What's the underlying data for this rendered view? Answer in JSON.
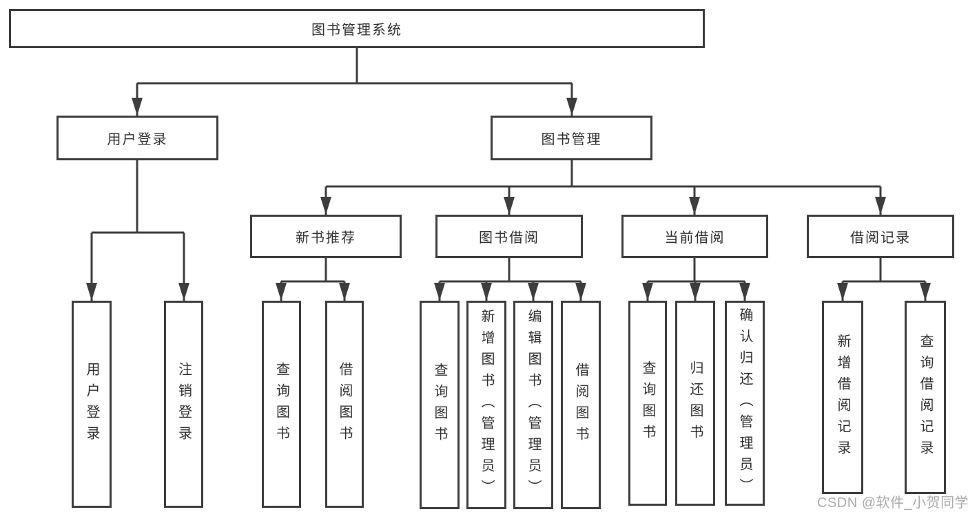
{
  "diagram": {
    "root": {
      "label": "图书管理系统"
    },
    "branches": [
      {
        "label": "用户登录",
        "children": [
          {
            "label": "用户登录"
          },
          {
            "label": "注销登录"
          }
        ]
      },
      {
        "label": "图书管理",
        "children": [
          {
            "label": "新书推荐",
            "children": [
              {
                "label": "查询图书"
              },
              {
                "label": "借阅图书"
              }
            ]
          },
          {
            "label": "图书借阅",
            "children": [
              {
                "label": "查询图书"
              },
              {
                "label": "新增图书（管理员）"
              },
              {
                "label": "编辑图书（管理员）"
              },
              {
                "label": "借阅图书"
              }
            ]
          },
          {
            "label": "当前借阅",
            "children": [
              {
                "label": "查询图书"
              },
              {
                "label": "归还图书"
              },
              {
                "label": "确认归还（管理员）"
              }
            ]
          },
          {
            "label": "借阅记录",
            "children": [
              {
                "label": "新增借阅记录"
              },
              {
                "label": "查询借阅记录"
              }
            ]
          }
        ]
      }
    ]
  },
  "watermark": {
    "label": "CSDN @软件_小贺同学"
  },
  "colors": {
    "line": "#3d3d3d",
    "text": "#303030",
    "watermark": "#9c9c9c",
    "background": "#ffffff"
  }
}
